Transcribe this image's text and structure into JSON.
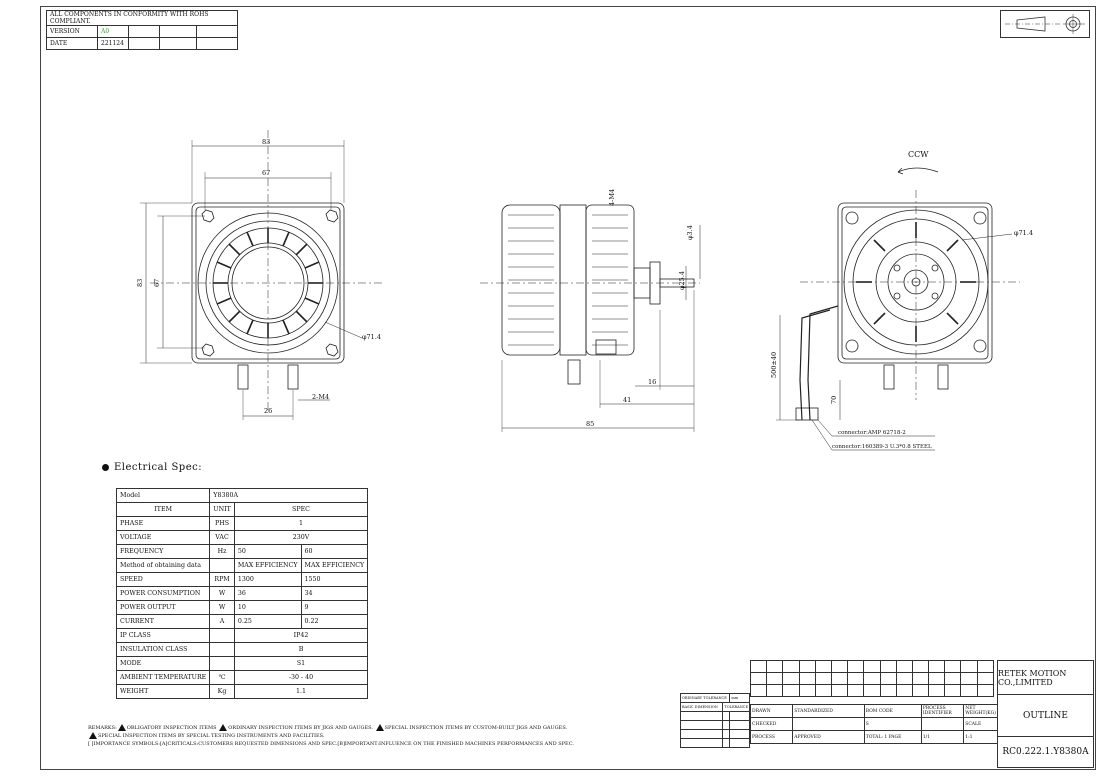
{
  "header": {
    "rohs_notice": "ALL COMPONENTS IN CONFORMITY WITH ROHS COMPLIANT.",
    "rows": [
      {
        "label": "VERSION",
        "value": "A0"
      },
      {
        "label": "DATE",
        "value": "221124"
      }
    ]
  },
  "dimensions": {
    "front_width_outer": "83",
    "front_width_inner": "67",
    "front_height_outer": "83",
    "front_height_inner": "67",
    "front_diameter": "φ71.4",
    "terminal_pitch": "26",
    "terminal_size": "2-M4",
    "side_mount_holes": "4-M4",
    "shaft_dia": "φ3.4",
    "boss_dia": "φ25.4",
    "shaft_len": "16",
    "body_to_tip": "41",
    "total_len": "85",
    "rear_diameter": "φ71.4",
    "rotation": "CCW",
    "lead_length": "500±40",
    "lead_strip": "70",
    "connector_1": "connector:AMP 62718-2",
    "connector_2": "connector:160389-3 U.3*0.8 STEEL"
  },
  "spec": {
    "title": "Electrical Spec:",
    "model_label": "Model",
    "model_value": "Y8380A",
    "header": [
      "ITEM",
      "UNIT",
      "SPEC"
    ],
    "rows": [
      {
        "item": "PHASE",
        "unit": "PHS",
        "v1": "1",
        "v2": ""
      },
      {
        "item": "VOLTAGE",
        "unit": "VAC",
        "v1": "230V",
        "v2": ""
      },
      {
        "item": "FREQUENCY",
        "unit": "Hz",
        "v1": "50",
        "v2": "60"
      },
      {
        "item": "Method of obtaining data",
        "unit": "",
        "v1": "MAX EFFICIENCY",
        "v2": "MAX EFFICIENCY"
      },
      {
        "item": "SPEED",
        "unit": "RPM",
        "v1": "1300",
        "v2": "1550"
      },
      {
        "item": "POWER CONSUMPTION",
        "unit": "W",
        "v1": "36",
        "v2": "34"
      },
      {
        "item": "POWER OUTPUT",
        "unit": "W",
        "v1": "10",
        "v2": "9"
      },
      {
        "item": "CURRENT",
        "unit": "A",
        "v1": "0.25",
        "v2": "0.22"
      },
      {
        "item": "IP CLASS",
        "unit": "",
        "v1": "IP42",
        "v2": ""
      },
      {
        "item": "INSULATION CLASS",
        "unit": "",
        "v1": "B",
        "v2": ""
      },
      {
        "item": "MODE",
        "unit": "",
        "v1": "S1",
        "v2": ""
      },
      {
        "item": "AMBIENT TEMPERATURE",
        "unit": "℃",
        "v1": "-30 - 40",
        "v2": ""
      },
      {
        "item": "WEIGHT",
        "unit": "Kg",
        "v1": "1.1",
        "v2": ""
      }
    ]
  },
  "legend": {
    "line1a": "REMARKS:",
    "line1b": "OBLIGATORY INSPECTION ITEMS",
    "line1c": "ORDINARY INSPECTION ITEMS BY JIGS AND GAUGES.",
    "line1d": "SPECIAL INSPECTION ITEMS BY CUSTOM-BUILT JIGS AND GAUGES.",
    "line2": "SPECIAL INSPECTION ITEMS BY SPECIAL TESTING INSTRUMENTS AND FACILITIES.",
    "line3": "[ ]IMPORTANCE SYMBOLS:[A]CRITICALS:CUSTOMERS REQUESTED DIMENSIONS AND SPEC.[B]IMPORTANT:INFLUENCE ON THE FINISHED MACHINES PERFORMANCES AND SPEC."
  },
  "titleblock": {
    "company": "RETEK MOTION CO.,LIMITED",
    "title": "OUTLINE",
    "part_number": "RC0.222.1.Y8380A",
    "ordinary_tolerance": "ORDINARY TOLERANCE",
    "tolerance_unit": "mm",
    "basic_dimension": "BASIC DIMENSION",
    "tolerance": "TOLERANCE",
    "drawn": "DRAWN",
    "checked": "CHECKED",
    "process": "PROCESS",
    "approved": "APPROVED",
    "standardized": "STANDARDIZED",
    "bom_code": "BOM CODE",
    "process_identifier": "PROCESS IDENTIFIER",
    "net_weight": "NET WEIGHT(KG)",
    "scale": "SCALE",
    "scale_value": "1:1",
    "sheet": "S",
    "total": "TOTAL: 1 PAGE",
    "page": "1/1"
  }
}
